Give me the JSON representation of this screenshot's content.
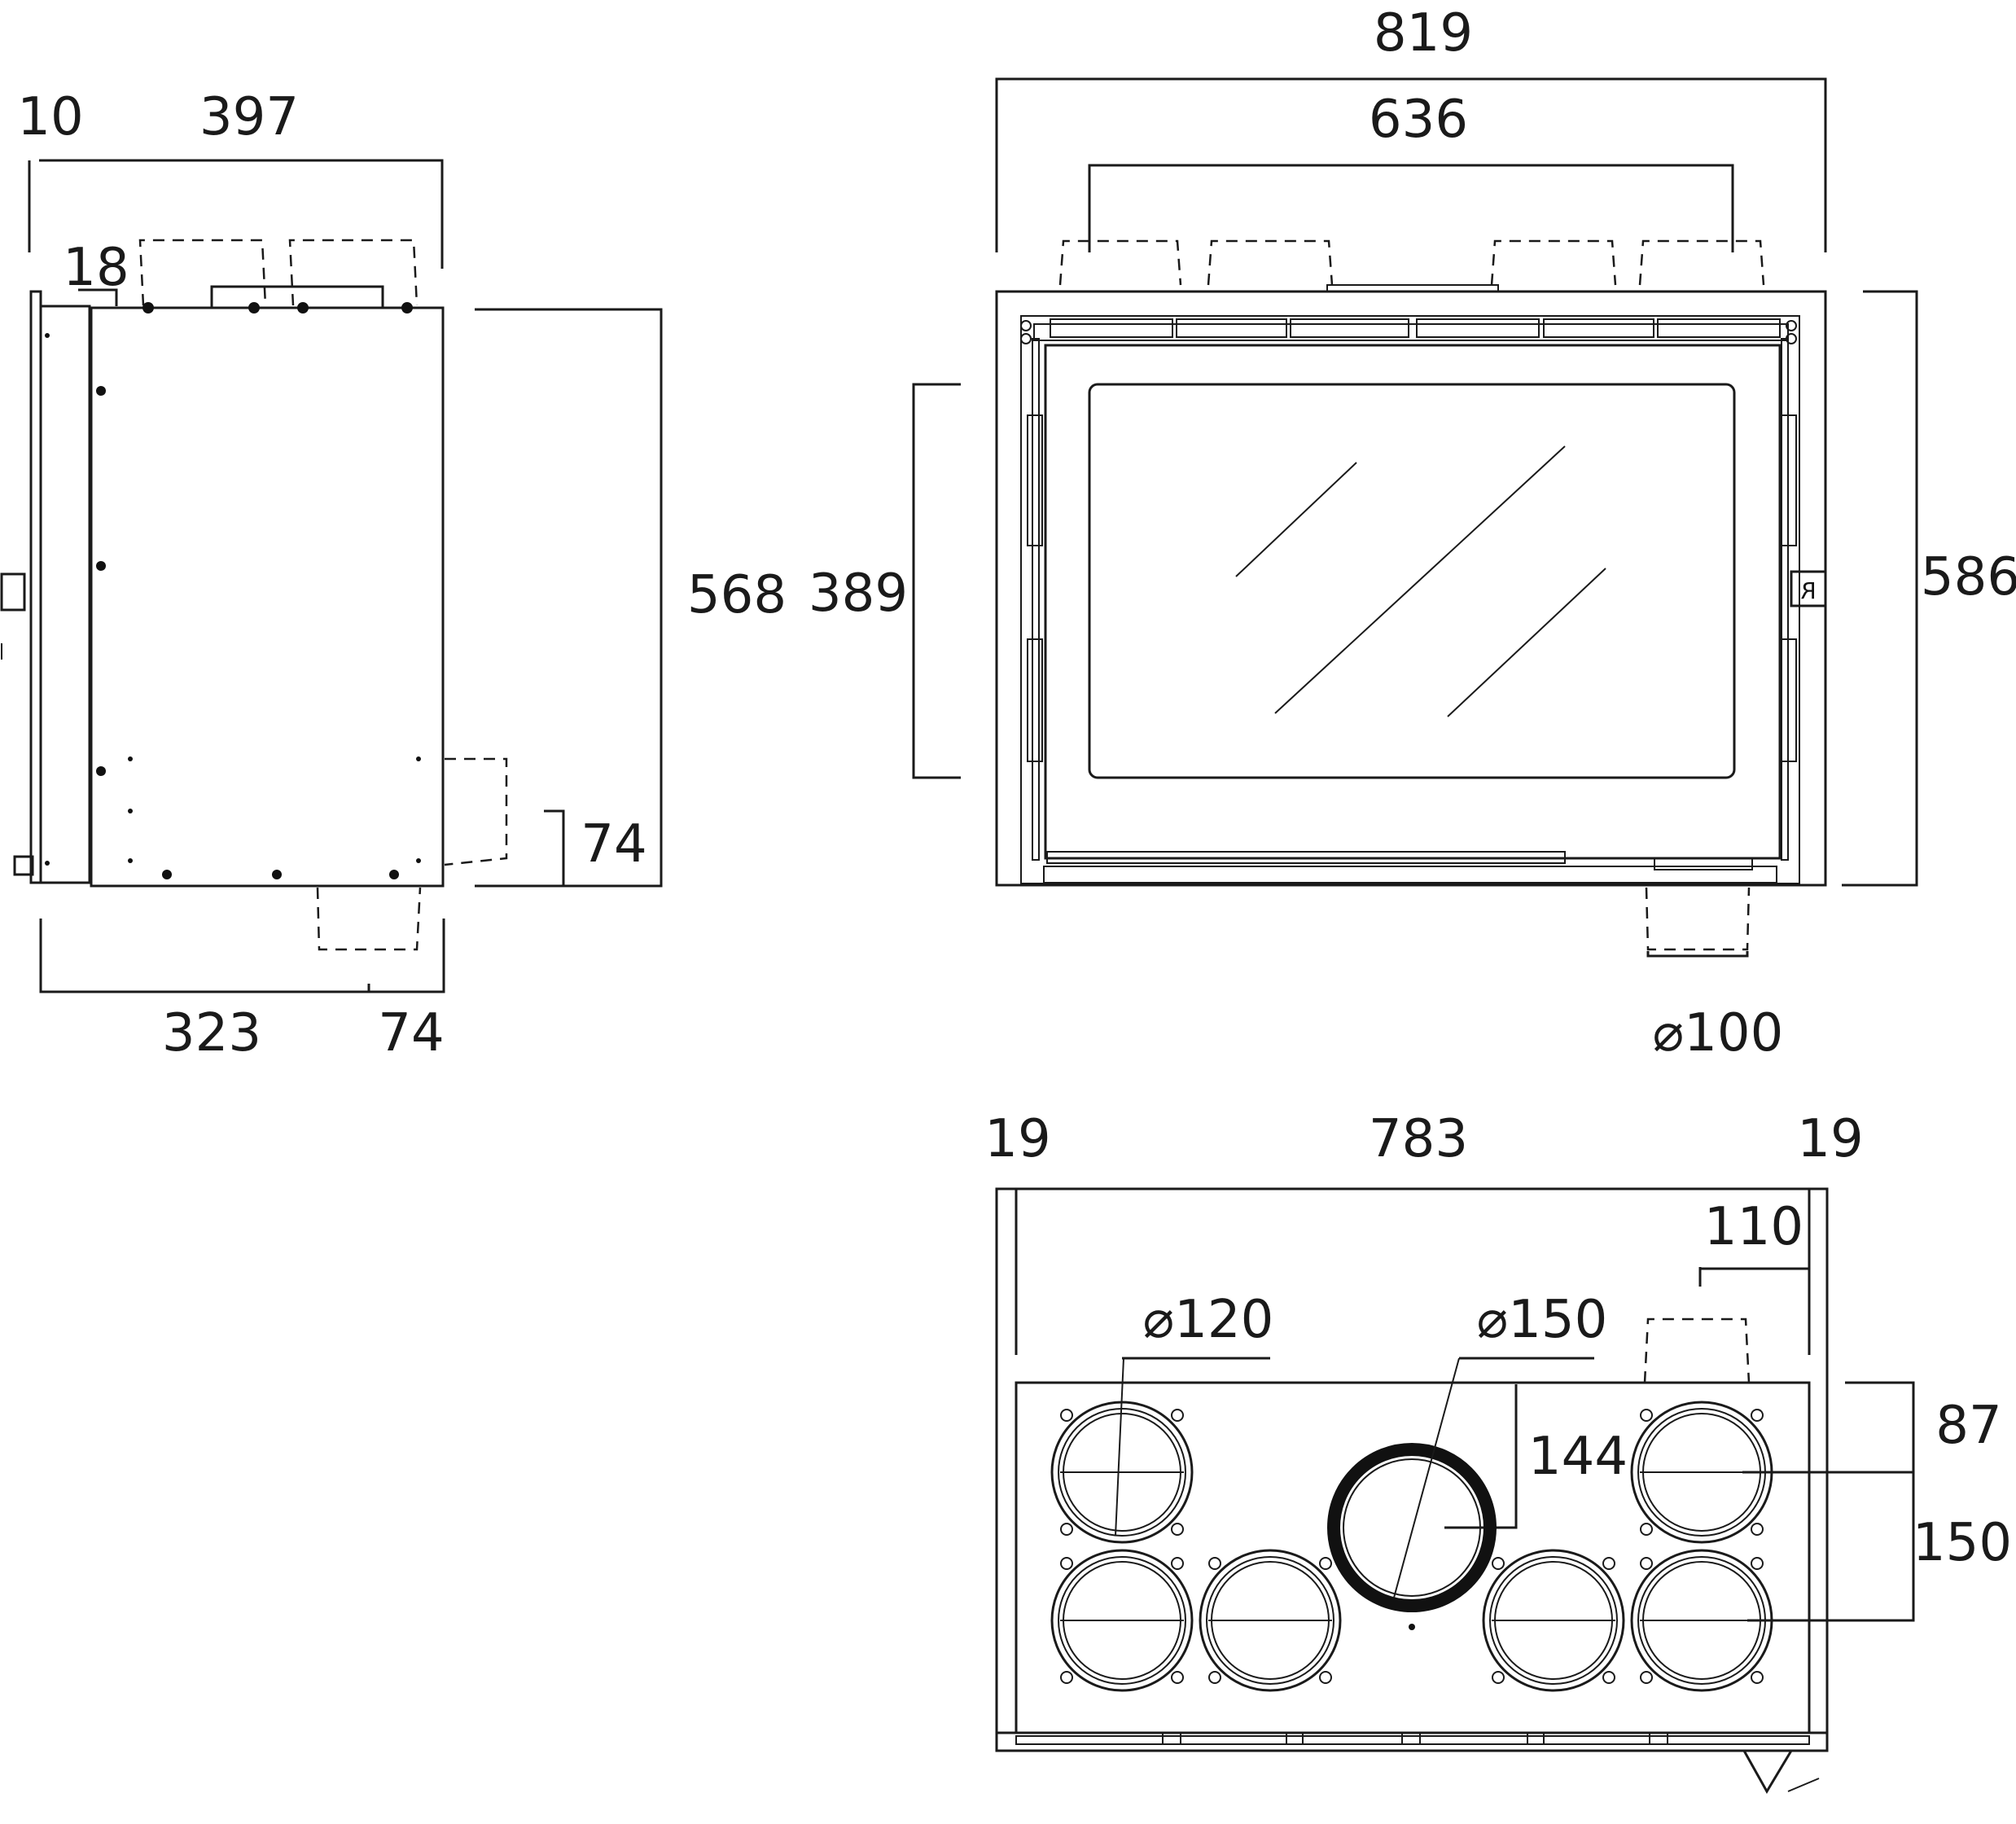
{
  "side_view": {
    "dim_front_thickness": "10",
    "dim_top_depth": "397",
    "dim_top_offset": "18",
    "dim_height": "568",
    "dim_duct_offset": "74",
    "dim_bottom_depth": "323",
    "dim_bottom_offset": "74"
  },
  "front_view": {
    "dim_overall_width": "819",
    "dim_duct_span": "636",
    "dim_glass_height": "389",
    "dim_overall_height": "586",
    "dim_bottom_duct": "⌀100"
  },
  "top_view": {
    "dim_left_margin": "19",
    "dim_inner_width": "783",
    "dim_right_margin": "19",
    "dim_duct_offset": "110",
    "dim_small_ducts": "⌀120",
    "dim_flue": "⌀150",
    "dim_flue_center": "144",
    "dim_row1": "87",
    "dim_row2": "150"
  }
}
